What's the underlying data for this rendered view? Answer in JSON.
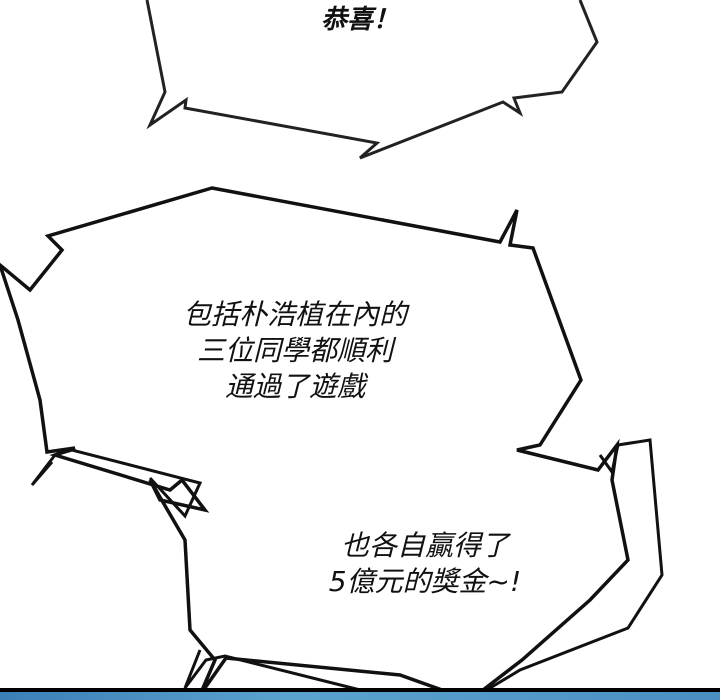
{
  "panel": {
    "type": "webtoon speech bubbles",
    "background_color": "#ffffff",
    "bottom_strip_color": "#4a93c6"
  },
  "bubbles": [
    {
      "id": "top",
      "text": "恭喜！"
    },
    {
      "id": "middle",
      "lines": [
        "包括朴浩植在內的",
        "三位同學都順利",
        "通過了遊戲"
      ]
    },
    {
      "id": "bottom",
      "lines": [
        "也各自贏得了",
        "5億元的獎金~!"
      ]
    }
  ]
}
